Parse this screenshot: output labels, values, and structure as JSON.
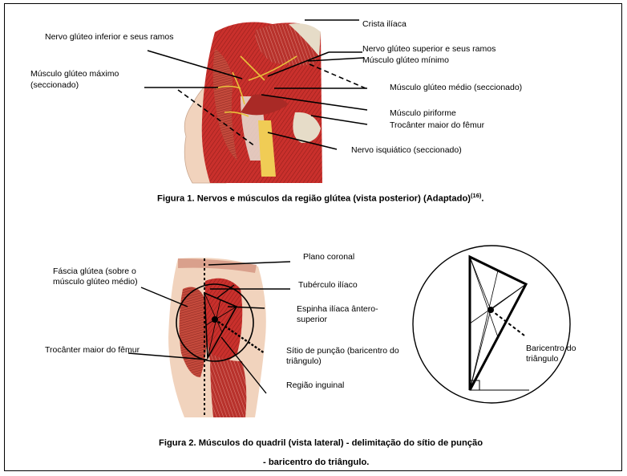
{
  "figure1": {
    "labels": {
      "crista": "Crista ilíaca",
      "n_inferior": "Nervo glúteo inferior e seus ramos",
      "n_superior": "Nervo glúteo superior e seus ramos",
      "m_minimo": "Músculo glúteo mínimo",
      "m_maximo_1": "Músculo glúteo máximo",
      "m_maximo_2": "(seccionado)",
      "m_medio": "Músculo glúteo médio (seccionado)",
      "m_piriforme": "Músculo piriforme",
      "trocanter": "Trocânter maior do fêmur",
      "n_isquiatico": "Nervo isquiático (seccionado)"
    },
    "caption": "Figura 1. Nervos e músculos da região glútea (vista posterior) (Adaptado)",
    "caption_ref": "(16)",
    "caption_end": "."
  },
  "figure2": {
    "labels": {
      "fascia": "Fáscia glútea (sobre o músculo glúteo médio)",
      "plano": "Plano coronal",
      "tuberculo": "Tubérculo ilíaco",
      "espinha": "Espinha ilíaca ântero-superior",
      "trocanter": "Trocânter maior do fêmur",
      "sitio": "Sítio de punção (baricentro do triângulo)",
      "inguinal": "Região inguinal",
      "baricentro": "Baricentro do triângulo"
    },
    "caption_line1": "Figura 2. Músculos do quadril (vista lateral) - delimitação do sítio de punção",
    "caption_line2": "- baricentro do triângulo."
  },
  "colors": {
    "muscle": "#c9302c",
    "muscle_dark": "#8e1d1a",
    "muscle_light": "#e08a80",
    "nerve": "#e8c23a",
    "bone": "#e6dcc8",
    "skin": "#f1d3bd"
  }
}
